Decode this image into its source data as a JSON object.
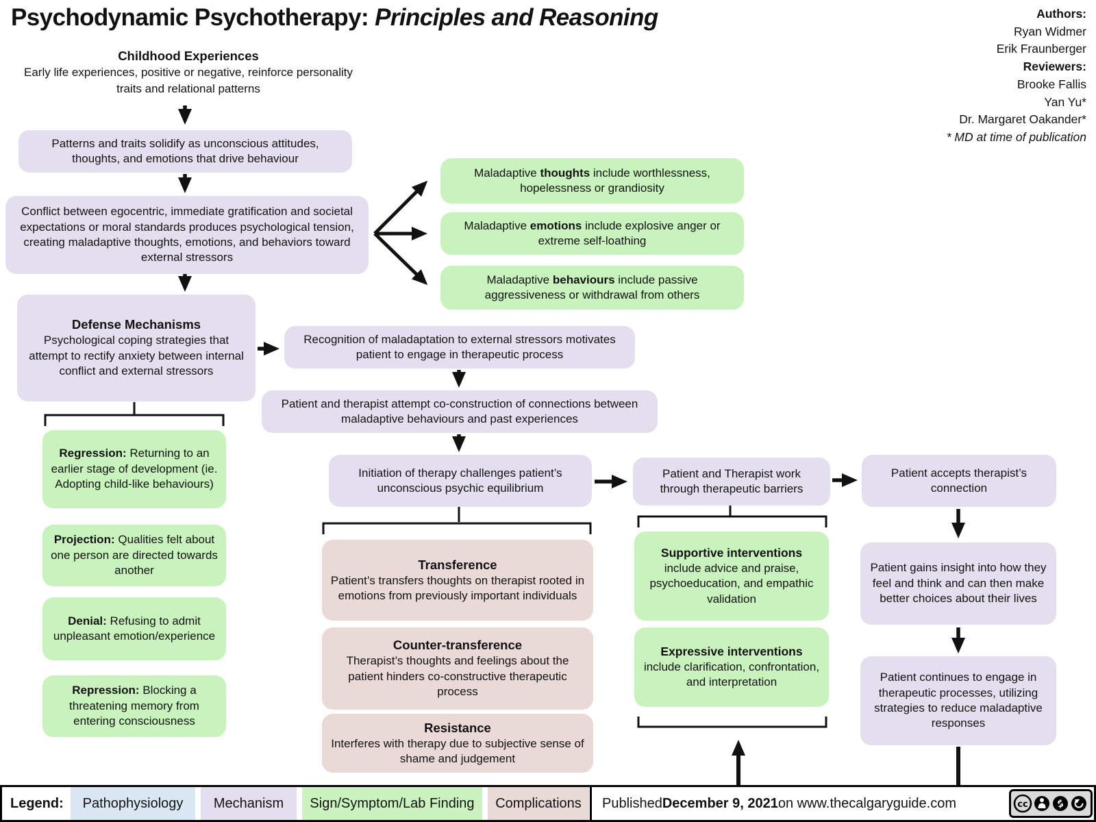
{
  "title": {
    "main": "Psychodynamic Psychotherapy: ",
    "emph": "Principles and Reasoning"
  },
  "credits": {
    "authors_label": "Authors:",
    "authors": [
      "Ryan Widmer",
      "Erik Fraunberger"
    ],
    "reviewers_label": "Reviewers:",
    "reviewers": [
      "Brooke Fallis",
      "Yan Yu*",
      "Dr. Margaret Oakander*"
    ],
    "footnote": "* MD at time of publication"
  },
  "nodes": {
    "childhood": {
      "header": "Childhood Experiences",
      "body": "Early life experiences, positive or negative, reinforce personality traits and relational patterns"
    },
    "patterns": {
      "body": "Patterns and traits solidify as unconscious attitudes, thoughts, and emotions that drive behaviour"
    },
    "conflict": {
      "body": "Conflict between egocentric, immediate gratification and societal expectations or moral standards produces psychological tension, creating maladaptive thoughts, emotions, and behaviors toward external stressors"
    },
    "maladaptive_thoughts": {
      "pre": "Maladaptive ",
      "bold": "thoughts",
      "post": " include worthlessness, hopelessness or grandiosity"
    },
    "maladaptive_emotions": {
      "pre": "Maladaptive ",
      "bold": "emotions",
      "post": " include explosive anger or extreme self-loathing"
    },
    "maladaptive_behaviours": {
      "pre": "Maladaptive ",
      "bold": "behaviours",
      "post": " include passive aggressiveness or withdrawal from others"
    },
    "defense": {
      "header": "Defense Mechanisms",
      "body": "Psychological coping strategies that attempt to rectify anxiety between internal conflict and external stressors"
    },
    "defense_items": [
      {
        "term": "Regression:",
        "desc": " Returning to an earlier stage of development (ie. Adopting child-like behaviours)"
      },
      {
        "term": "Projection:",
        "desc": " Qualities felt about one person are directed towards another"
      },
      {
        "term": "Denial:",
        "desc": " Refusing to admit unpleasant emotion/experience"
      },
      {
        "term": "Repression:",
        "desc": " Blocking a threatening memory from entering consciousness"
      }
    ],
    "recognition": {
      "body": "Recognition of maladaptation to external stressors motivates patient to engage in therapeutic process"
    },
    "coconstruction": {
      "body": "Patient and therapist attempt co-construction of connections between maladaptive behaviours and past experiences"
    },
    "initiation": {
      "body": "Initiation of therapy challenges patient’s unconscious psychic equilibrium"
    },
    "barriers": {
      "body": "Patient and Therapist work through therapeutic barriers"
    },
    "accepts": {
      "body": "Patient accepts therapist’s connection"
    },
    "transference": {
      "header": "Transference",
      "body": "Patient’s transfers thoughts on therapist rooted in emotions from previously important individuals"
    },
    "counter_transference": {
      "header": "Counter-transference",
      "body": "Therapist’s thoughts and feelings about the patient hinders co-constructive therapeutic process"
    },
    "resistance": {
      "header": "Resistance",
      "body": "Interferes with therapy due to subjective sense of shame and judgement"
    },
    "supportive": {
      "header": "Supportive interventions",
      "body": "include advice and praise, psychoeducation, and empathic validation"
    },
    "expressive": {
      "header": "Expressive interventions",
      "body": "include clarification, confrontation, and interpretation"
    },
    "insight": {
      "body": "Patient gains insight into how they feel and think and can then make better choices about their lives"
    },
    "continues": {
      "body": "Patient continues to engage in therapeutic processes, utilizing strategies to reduce maladaptive responses"
    }
  },
  "legend": {
    "label": "Legend:",
    "items": [
      {
        "label": "Pathophysiology",
        "color": "#D9E8F4"
      },
      {
        "label": "Mechanism",
        "color": "#E4DFEE"
      },
      {
        "label": "Sign/Symptom/Lab Finding",
        "color": "#CBF3BE"
      },
      {
        "label": "Complications",
        "color": "#E9D9D7"
      }
    ]
  },
  "footer": {
    "published_prefix": "Published ",
    "published_date": "December 9, 2021",
    "published_suffix": " on www.thecalgaryguide.com",
    "license_icons": [
      "cc-icon",
      "by-icon",
      "nc-icon",
      "sa-icon"
    ]
  },
  "colors": {
    "mechanism_box": "#E4DFEE",
    "finding_box": "#C9F3BC",
    "complication_box": "#E9D9D7",
    "arrow": "#111111"
  }
}
